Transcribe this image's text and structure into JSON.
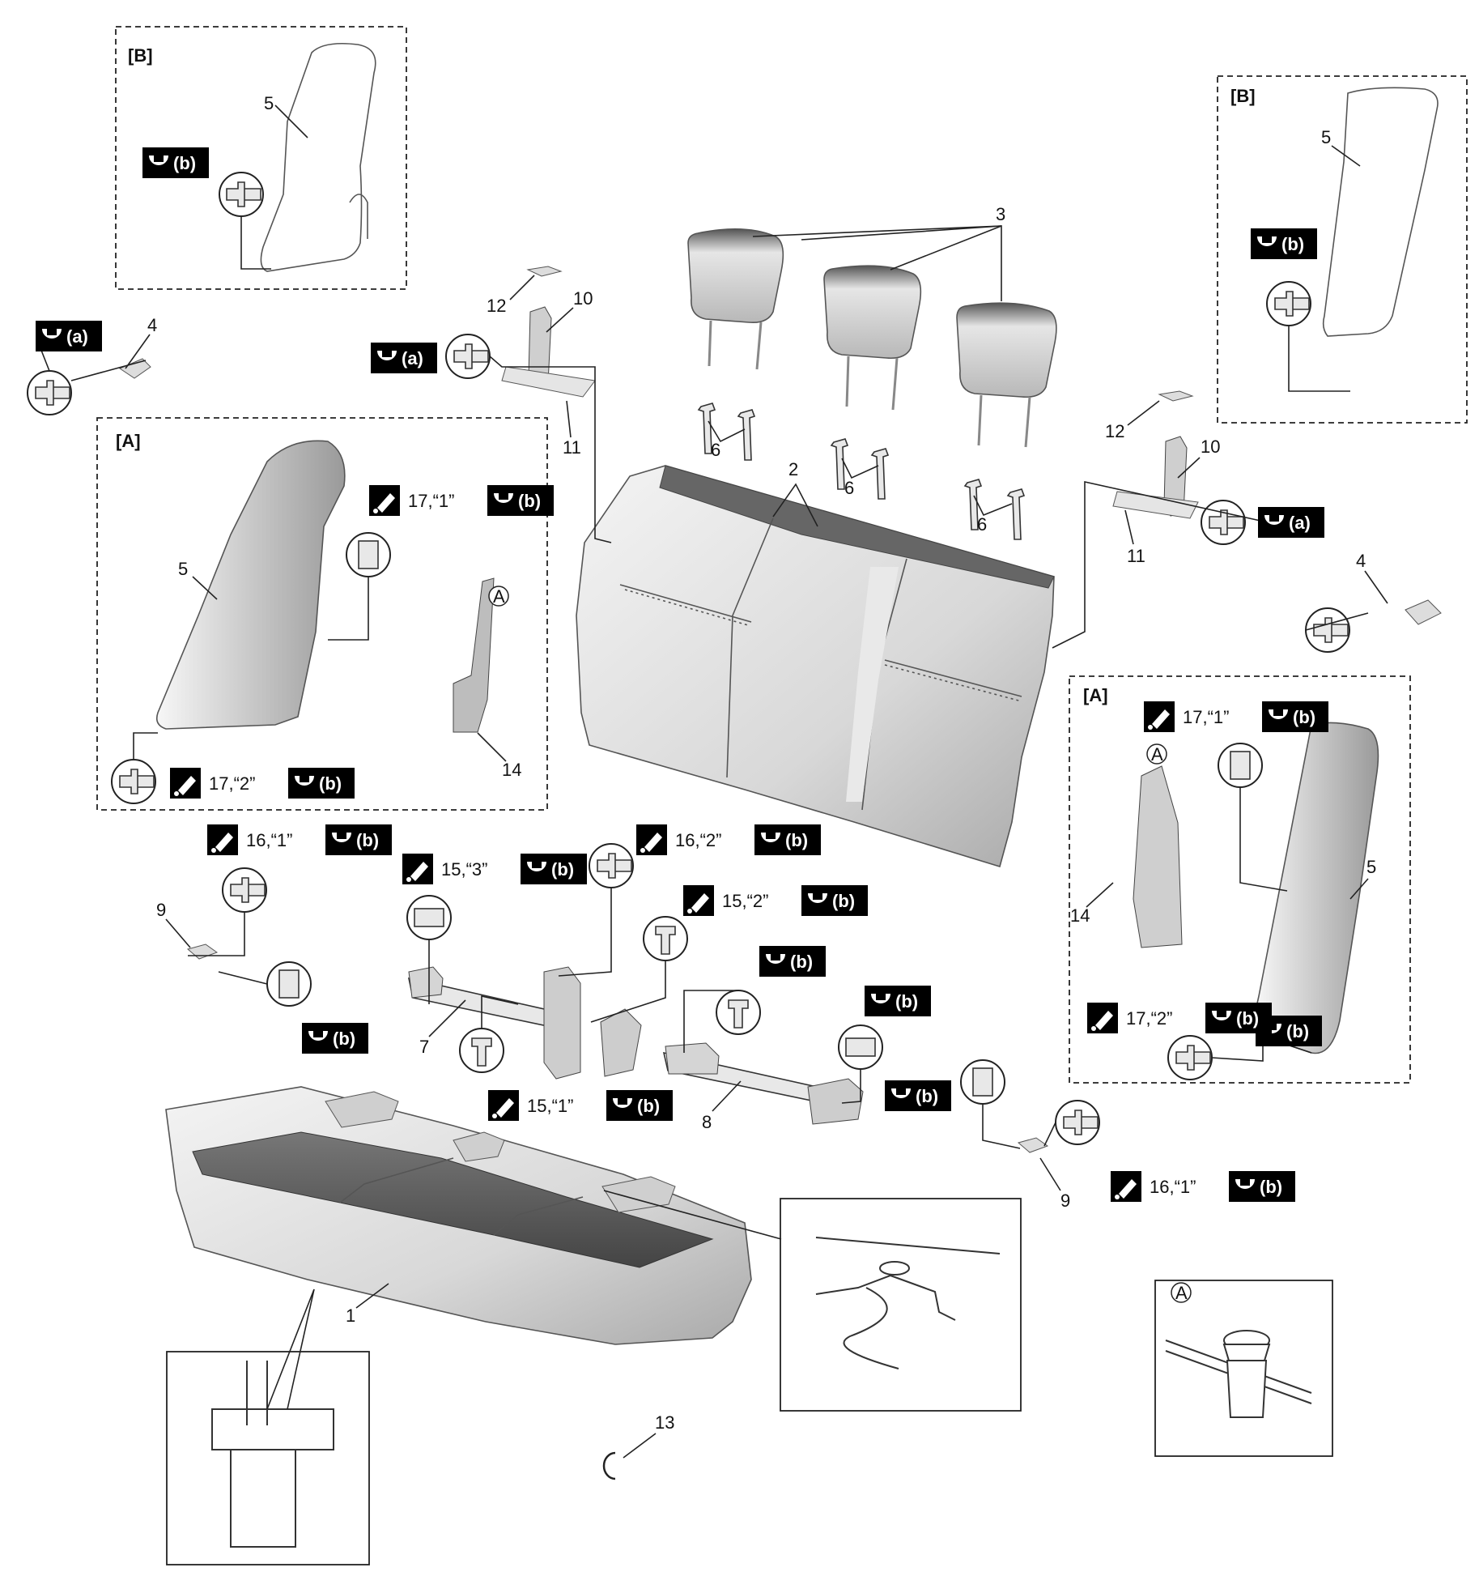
{
  "inset_labels": {
    "A": "[A]",
    "B": "[B]",
    "circle_A": "A"
  },
  "callouts": {
    "n1": "1",
    "n2": "2",
    "n3": "3",
    "n4": "4",
    "n5": "5",
    "n6": "6",
    "n7": "7",
    "n8": "8",
    "n9": "9",
    "n10": "10",
    "n11": "11",
    "n12": "12",
    "n13": "13",
    "n14": "14"
  },
  "torque_codes": {
    "a": "(a)",
    "b": "(b)"
  },
  "step_labels": {
    "s15_1": "15,“1”",
    "s15_2": "15,“2”",
    "s15_3": "15,“3”",
    "s16_1": "16,“1”",
    "s16_2": "16,“2”",
    "s17_1": "17,“1”",
    "s17_2": "17,“2”"
  },
  "icons": {
    "torque": "wrench-torque-icon",
    "tighten": "tightening-order-icon",
    "bolt": "bolt-icon",
    "nut": "nut-icon",
    "clip": "clip-icon"
  }
}
